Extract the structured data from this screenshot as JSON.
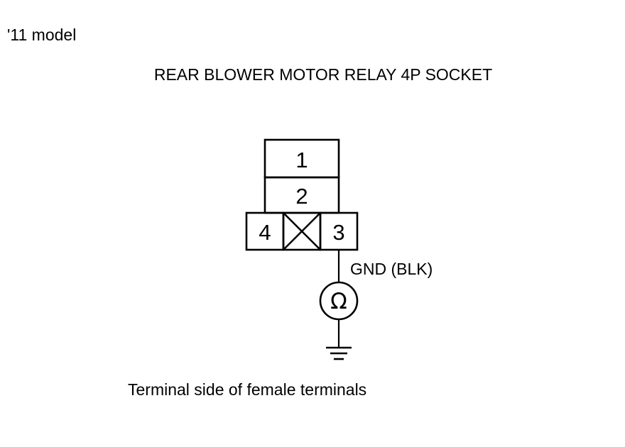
{
  "header": {
    "model": "'11 model",
    "title": "REAR BLOWER MOTOR RELAY 4P SOCKET"
  },
  "connector": {
    "terminals": [
      {
        "pin": "1"
      },
      {
        "pin": "2"
      },
      {
        "pin": "3"
      },
      {
        "pin": "4"
      }
    ],
    "blank_cell": "crossed-out cavity"
  },
  "wire": {
    "label": "GND (BLK)",
    "from_pin": "3"
  },
  "meter": {
    "symbol": "Ω",
    "icon": "ohmmeter-icon"
  },
  "ground": {
    "icon": "ground-symbol-icon"
  },
  "footer": {
    "caption": "Terminal side of female terminals"
  },
  "colors": {
    "line": "#000000",
    "background": "#ffffff"
  }
}
